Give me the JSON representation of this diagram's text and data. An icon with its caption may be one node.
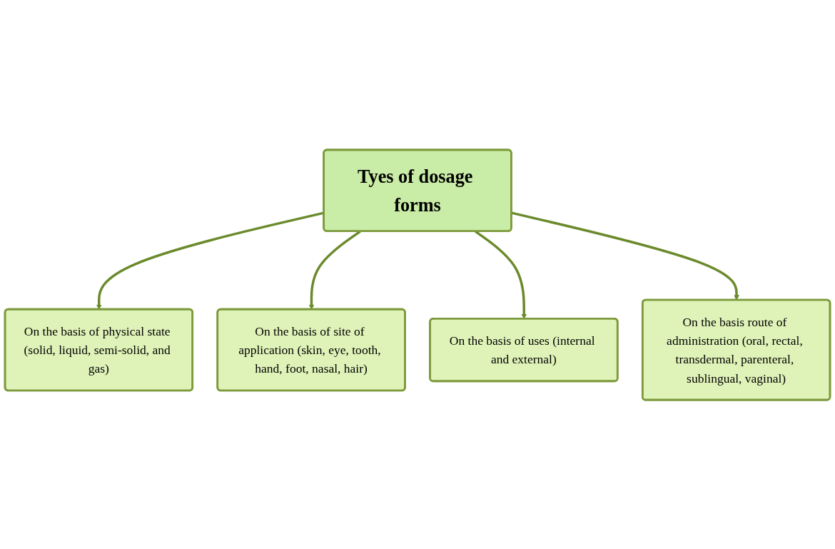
{
  "diagram": {
    "nodes": [
      {
        "text": [
          "On the basis of physical state (solid, liquid, semi-solid, and gas)"
        ]
      },
      {
        "text": [
          "On the basis of site of application (skin, eye, tooth, hand, foot, nasal, hair)"
        ]
      },
      {
        "text": [
          "Tyes of dosage forms"
        ]
      },
      {
        "text": [
          "On the basis route of administration (oral, rectal, transdermal, parenteral, sublingual, vaginal)"
        ]
      },
      {
        "text": [
          "On the basis of uses (internal and external)"
        ]
      }
    ],
    "edges": [
      {
        "from": 2,
        "to": 0,
        "arrow": "to"
      },
      {
        "from": 2,
        "to": 1,
        "arrow": "to"
      },
      {
        "from": 2,
        "to": 4,
        "arrow": "to"
      },
      {
        "from": 2,
        "to": 3,
        "arrow": "to"
      }
    ]
  }
}
